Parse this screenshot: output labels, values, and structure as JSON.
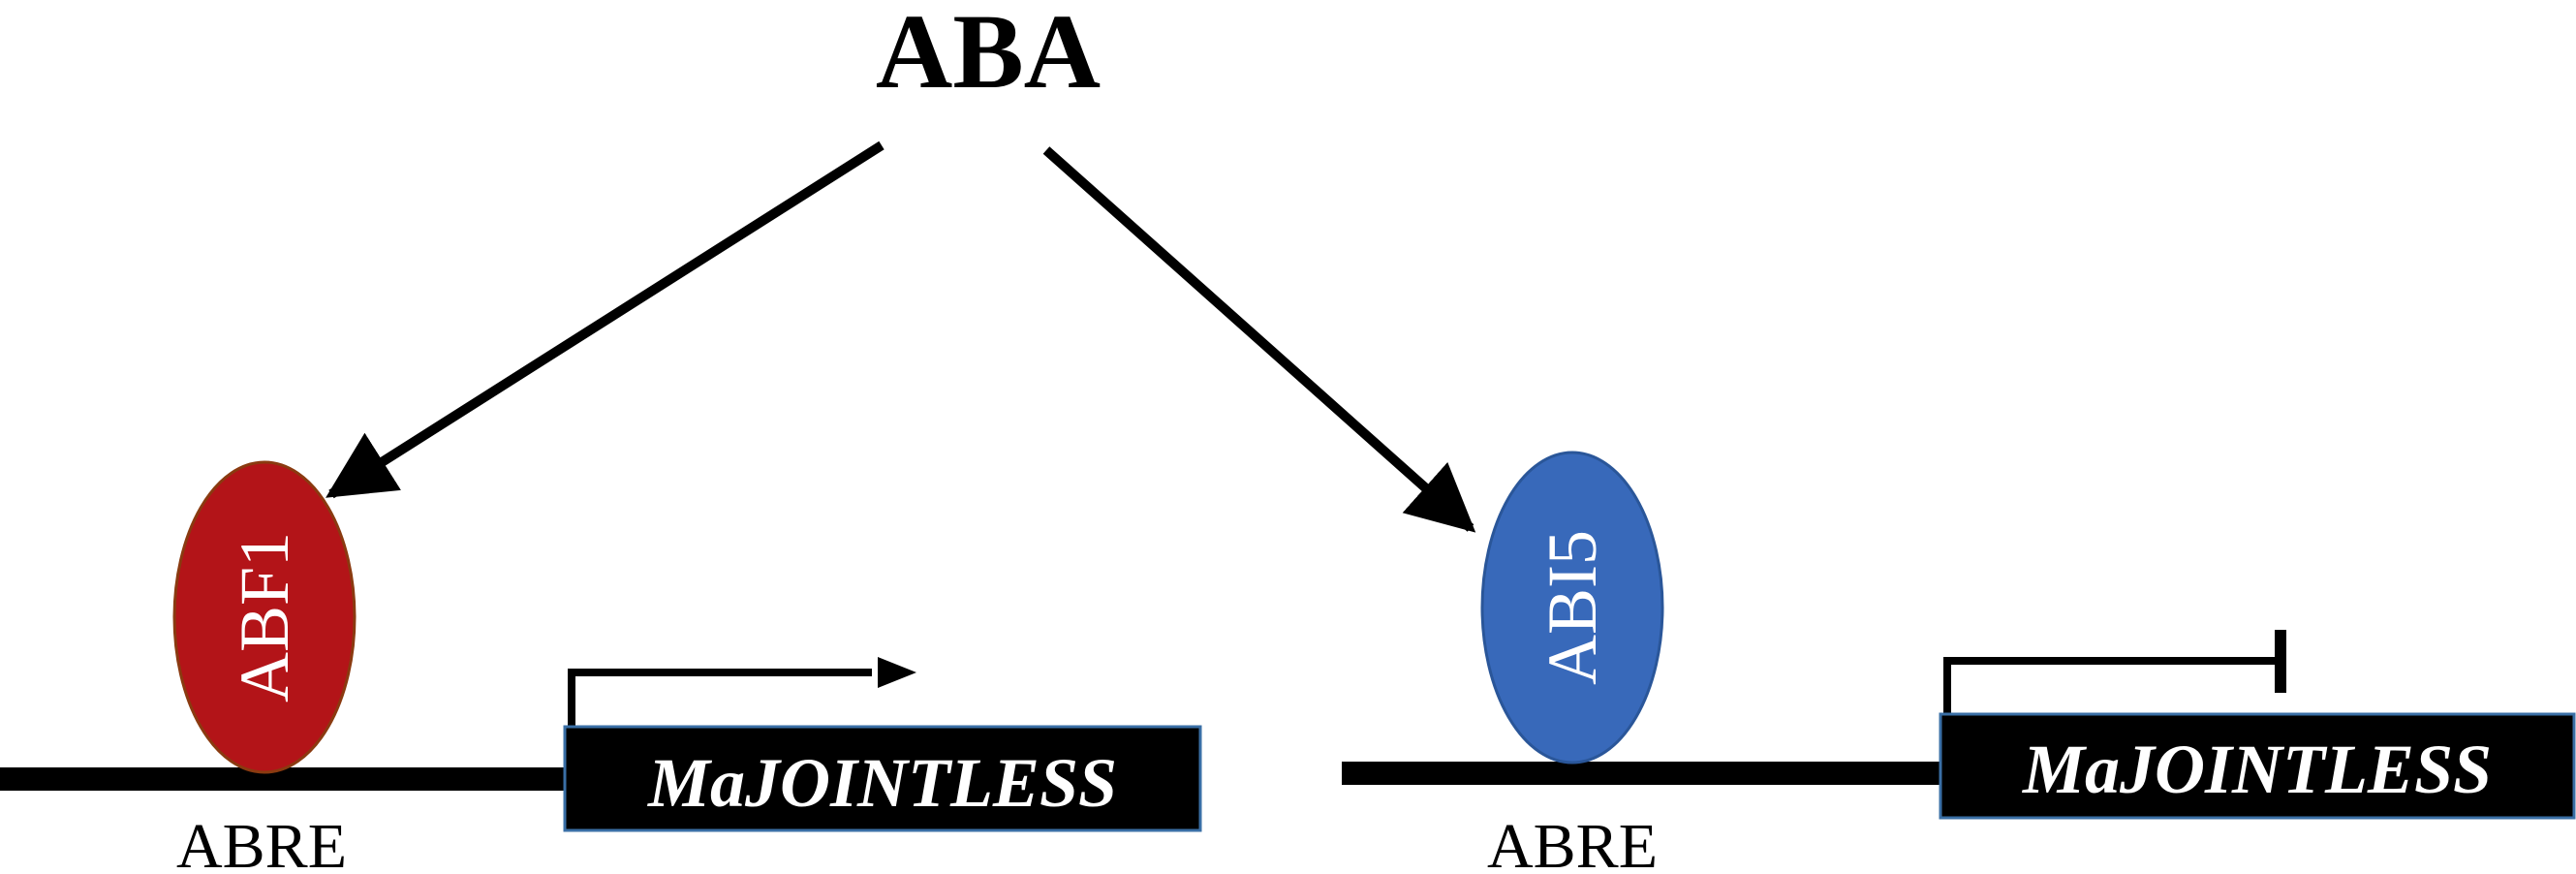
{
  "signal": {
    "label": "ABA"
  },
  "left_pathway": {
    "factor_label": "ABF1",
    "factor_color": "#b31418",
    "element_label": "ABRE",
    "gene_label": "MaJOINTLESS",
    "regulation": "activation"
  },
  "right_pathway": {
    "factor_label": "ABI5",
    "factor_color": "#3869ba",
    "element_label": "ABRE",
    "gene_label": "MaJOINTLESS",
    "regulation": "repression"
  },
  "colors": {
    "line": "#000000",
    "gene_box": "#000000",
    "gene_box_border": "#3a6fa6",
    "left_factor_border": "#8a3a10",
    "right_factor_border": "#2a5699",
    "text_on_dark": "#ffffff"
  }
}
